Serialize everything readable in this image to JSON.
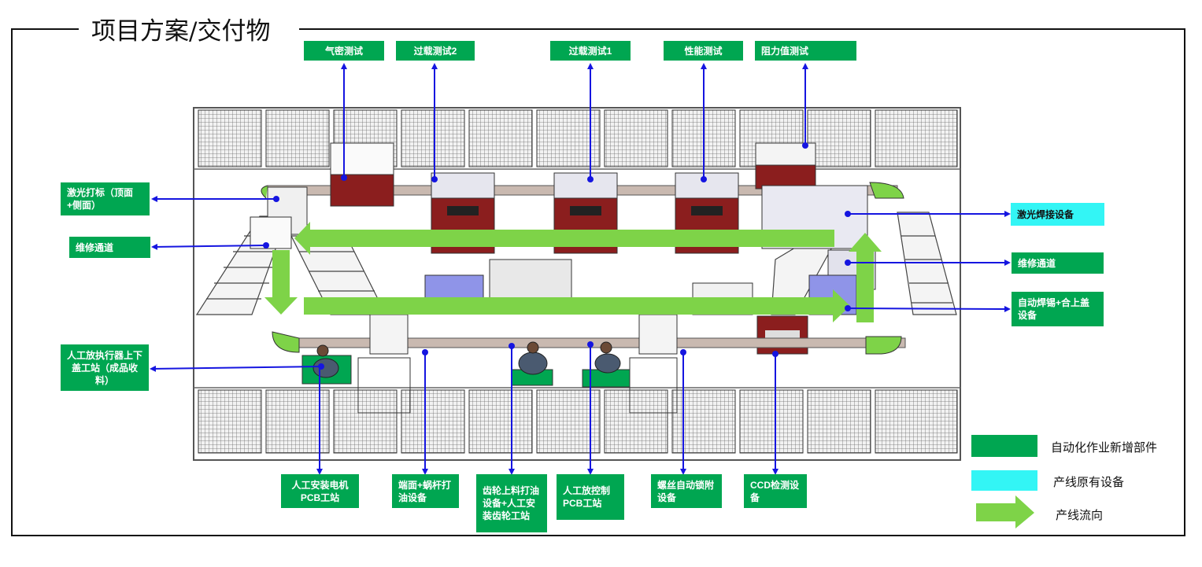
{
  "title": "项目方案/交付物",
  "top_labels": [
    "气密测试",
    "过载测试2",
    "过载测试1",
    "性能测试",
    "阻力值测试"
  ],
  "left_labels": [
    "激光打标（顶面+侧面）",
    "维修通道",
    "人工放执行器上下盖工站（成品收料）"
  ],
  "right_labels": [
    "激光焊接设备",
    "维修通道",
    "自动焊锡+合上盖设备"
  ],
  "bottom_labels": [
    "人工安装电机PCB工站",
    "端面+蜗杆打油设备",
    "齿轮上料打油设备+人工安装齿轮工站",
    "人工放控制PCB工站",
    "螺丝自动锁附设备",
    "CCD检测设备"
  ],
  "legend": [
    {
      "swatch": "green",
      "label": "自动化作业新增部件"
    },
    {
      "swatch": "cyan",
      "label": "产线原有设备"
    },
    {
      "swatch": "arrow",
      "label": "产线流向"
    }
  ],
  "colors": {
    "new_parts": "#00a651",
    "existing": "#33f5f5",
    "flow": "#7ed348",
    "pointer": "#1515e0"
  }
}
